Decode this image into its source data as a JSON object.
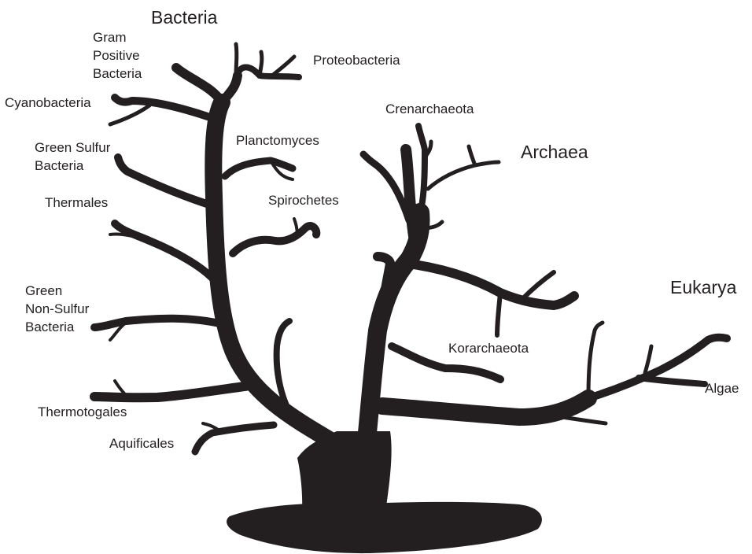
{
  "colors": {
    "tree": "#231f20",
    "text": "#231f20",
    "background": "#ffffff"
  },
  "domains": {
    "bacteria": "Bacteria",
    "archaea": "Archaea",
    "eukarya": "Eukarya"
  },
  "groups": {
    "gram_positive": [
      "Gram",
      "Positive",
      "Bacteria"
    ],
    "proteobacteria": "Proteobacteria",
    "cyanobacteria": "Cyanobacteria",
    "green_sulfur": [
      "Green Sulfur",
      "Bacteria"
    ],
    "planctomyces": "Planctomyces",
    "spirochetes": "Spirochetes",
    "thermales": "Thermales",
    "green_non_sulfur": [
      "Green",
      "Non-Sulfur",
      "Bacteria"
    ],
    "thermotogales": "Thermotogales",
    "aquificales": "Aquificales",
    "crenarchaeota": "Crenarchaeota",
    "korarchaeota": "Korarchaeota",
    "algae": "Algae"
  }
}
